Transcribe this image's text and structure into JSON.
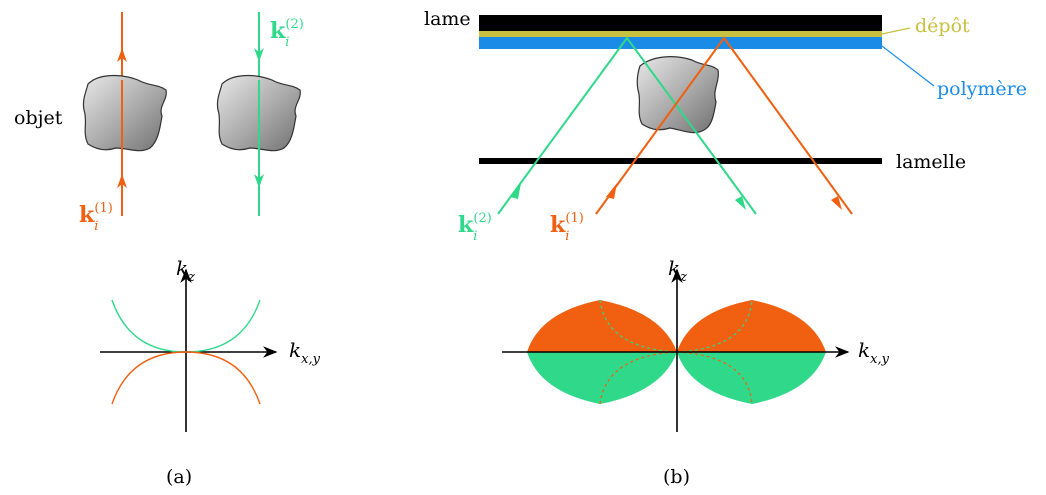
{
  "colors": {
    "orange": "#f06010",
    "green": "#30d88a",
    "blue": "#1a8ce8",
    "yellow": "#c8c040",
    "black": "#000000",
    "object_fill": "#a8a8a8"
  },
  "panel_a": {
    "caption": "(a)",
    "object_label": "objet",
    "k1": {
      "main": "k",
      "sub": "i",
      "sup": "(1)"
    },
    "k2": {
      "main": "k",
      "sub": "i",
      "sup": "(2)"
    },
    "axis_z": {
      "main": "k",
      "sub": "z"
    },
    "axis_xy": {
      "main": "k",
      "sub": "x,y"
    }
  },
  "panel_b": {
    "caption": "(b)",
    "lame_label": "lame",
    "depot_label": "dépôt",
    "polymere_label": "polymère",
    "lamelle_label": "lamelle",
    "k1": {
      "main": "k",
      "sub": "i",
      "sup": "(1)"
    },
    "k2": {
      "main": "k",
      "sub": "i",
      "sup": "(2)"
    },
    "axis_z": {
      "main": "k",
      "sub": "z"
    },
    "axis_xy": {
      "main": "k",
      "sub": "x,y"
    }
  }
}
